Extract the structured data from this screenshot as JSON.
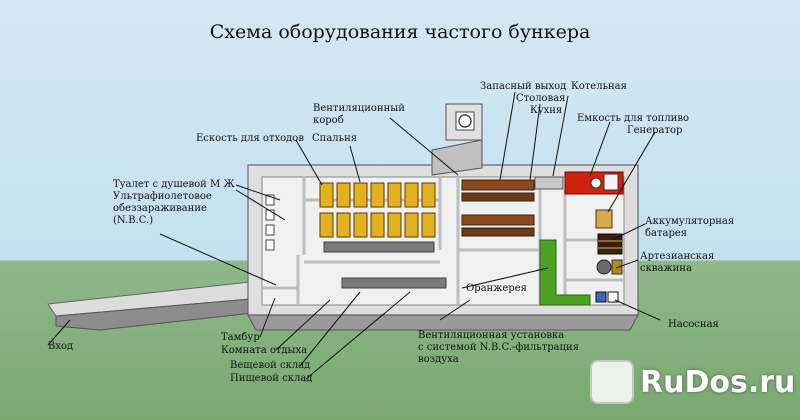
{
  "title": "Схема оборудования частого бункера",
  "labels": {
    "vent_box": "Вентиляционный\nкороб",
    "emergency_exit": "Запасный выход",
    "dining": "Столовая",
    "kitchen": "Кухня",
    "boiler": "Котельная",
    "fuel_tank": "Емкость для топливо",
    "generator": "Генератор",
    "waste_tank": "Ескость для отходов",
    "bedroom": "Спальня",
    "toilet": "Туалет с душевой М Ж",
    "uv": "Ультрафиолетовое\nобеззараживание\n(N.B.C.)",
    "battery": "Аккумуляторная\nбатарея",
    "artesian": "Артезианская\nскважина",
    "greenhouse": "Оранжерея",
    "pump": "Насосная",
    "entrance": "Вход",
    "vestibule": "Тамбур",
    "rest_room": "Комната отдыха",
    "clothing_store": "Вещевой склад",
    "food_store": "Пищевой склад",
    "ventilation_unit": "Вентиляционная установка\nс системой N.B.C.-фильтрация\nвоздуха"
  },
  "watermark": "RuDos.ru",
  "colors": {
    "wall": "#e4e4e4",
    "wall_shade": "#9a9a9a",
    "floor": "#efefef",
    "bed": "#e3b020",
    "table": "#8a4a1e",
    "greenery": "#4aa020",
    "boiler_red": "#d02010"
  }
}
